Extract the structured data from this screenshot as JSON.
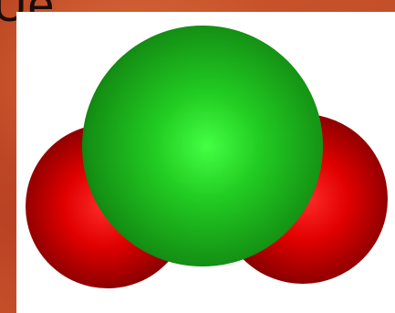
{
  "scene": {
    "background_color": "#b6411f",
    "panel_color": "#ffffff",
    "molecule": {
      "atoms": [
        {
          "name": "central-atom",
          "color": "#22cc22",
          "highlight": "#44ff44",
          "shade": "#0a5a0a"
        },
        {
          "name": "left-atom",
          "color": "#e00000",
          "highlight": "#ff2a2a",
          "shade": "#4a0000"
        },
        {
          "name": "right-atom",
          "color": "#e00000",
          "highlight": "#ff2a2a",
          "shade": "#4a0000"
        }
      ]
    }
  }
}
